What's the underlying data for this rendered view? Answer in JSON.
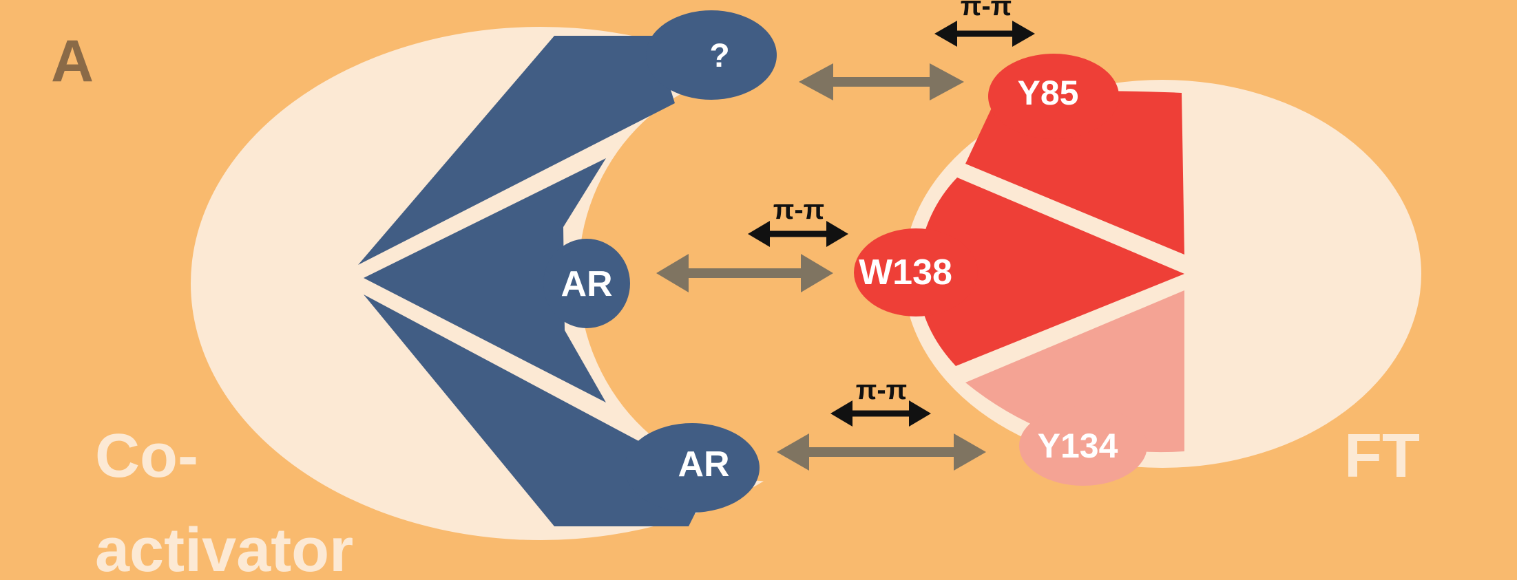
{
  "panel_label": "A",
  "coactivator": {
    "label_line1": "Co-",
    "label_line2": "activator",
    "residues": [
      "?",
      "AR",
      "AR"
    ]
  },
  "ft": {
    "label": "FT",
    "residues": [
      "Y85",
      "W138",
      "Y134"
    ]
  },
  "interactions": [
    {
      "type": "π-π",
      "from": "?",
      "to": "Y85"
    },
    {
      "type": "π-π",
      "from": "AR",
      "to": "W138"
    },
    {
      "type": "π-π",
      "from": "AR",
      "to": "Y134"
    }
  ],
  "colors": {
    "background": "#F9BA6E",
    "ellipse": "#FCE9D4",
    "coactivator_blue": "#415D84",
    "ft_red": "#EE3F37",
    "ft_pink": "#F4A394",
    "arrow_gray": "#7F7461",
    "pi_arrow": "#111111",
    "panel_label": "#8A6A47"
  }
}
